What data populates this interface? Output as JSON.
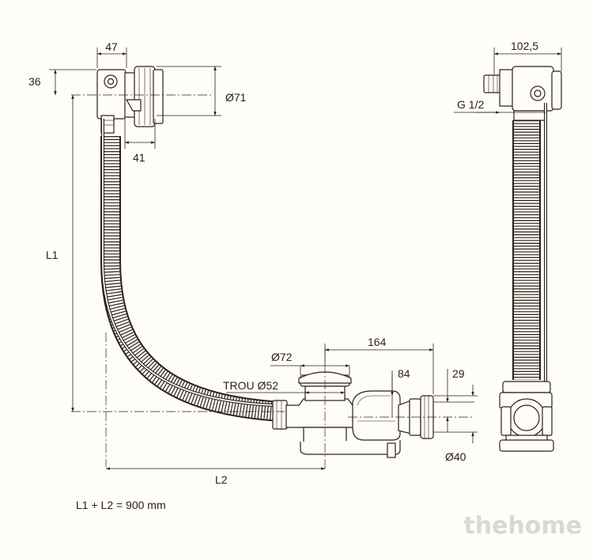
{
  "labels": {
    "dim_47": "47",
    "dim_36": "36",
    "dim_d71": "Ø71",
    "dim_41": "41",
    "dim_l1": "L1",
    "dim_d72": "Ø72",
    "dim_164": "164",
    "dim_trou": "TROU Ø52",
    "dim_84": "84",
    "dim_29": "29",
    "dim_d40": "Ø40",
    "dim_l2": "L2",
    "dim_1025": "102,5",
    "dim_g12": "G 1/2",
    "formula": "L1 + L2 = 900 mm"
  },
  "watermark": "thehome"
}
